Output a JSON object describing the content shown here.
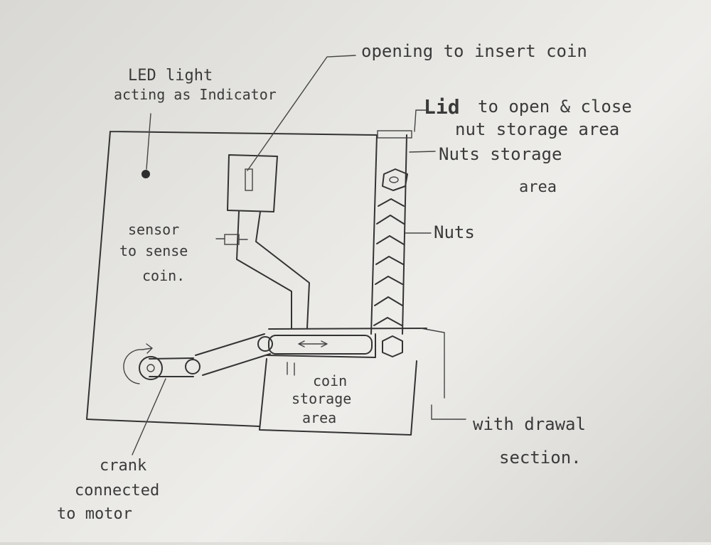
{
  "labels": {
    "led_line1": "LED light",
    "led_line2": "acting as Indicator",
    "opening": "opening to insert coin",
    "lid_word": "Lid",
    "lid_rest": "to open & close",
    "lid_line2": "nut storage area",
    "nuts_storage_line1": "Nuts storage",
    "nuts_storage_line2": "area",
    "nuts": "Nuts",
    "sensor_line1": "sensor",
    "sensor_line2": "to sense",
    "sensor_line3": "coin.",
    "coin_storage_line1": "coin",
    "coin_storage_line2": "storage",
    "coin_storage_line3": "area",
    "withdrawal_line1": "with drawal",
    "withdrawal_line2": "section.",
    "crank_line1": "crank",
    "crank_line2": "connected",
    "crank_line3": "to motor"
  },
  "colors": {
    "paper": "#e4e3df",
    "pencil": "#333333"
  }
}
